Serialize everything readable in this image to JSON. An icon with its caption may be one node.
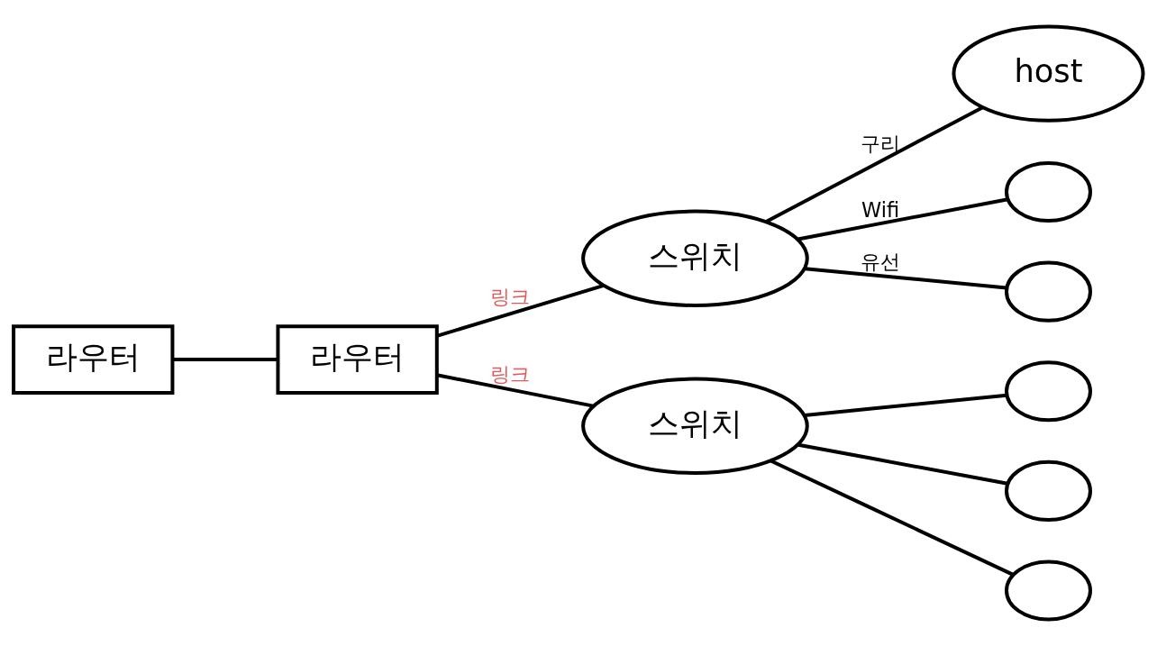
{
  "diagram": {
    "nodes": [
      {
        "text": [
          "라우터"
        ]
      },
      {
        "text": [
          "라우터"
        ]
      },
      {
        "text": [
          "스위치"
        ]
      },
      {
        "text": [
          "host"
        ]
      },
      {
        "text": [],
        "shape": "circle"
      },
      {
        "text": [],
        "shape": "circle"
      },
      {
        "text": [
          "스위치"
        ]
      },
      {
        "text": [],
        "shape": "circle"
      },
      {
        "text": [],
        "shape": "circle"
      },
      {
        "text": [],
        "shape": "circle"
      }
    ],
    "edges": [
      {
        "from": 0,
        "to": 1,
        "arrow": "none"
      },
      {
        "from": 1,
        "to": 2,
        "arrow": "none",
        "label": "링크"
      },
      {
        "from": 1,
        "to": 6,
        "arrow": "none",
        "label": "링크"
      },
      {
        "from": 2,
        "to": 3,
        "arrow": "none",
        "label": "구리"
      },
      {
        "from": 2,
        "to": 4,
        "arrow": "none",
        "label": "Wifi"
      },
      {
        "from": 2,
        "to": 5,
        "arrow": "none",
        "label": "유선"
      },
      {
        "from": 6,
        "to": 7,
        "arrow": "none"
      },
      {
        "from": 6,
        "to": 8,
        "arrow": "none"
      },
      {
        "from": 6,
        "to": 9,
        "arrow": "none"
      }
    ]
  }
}
